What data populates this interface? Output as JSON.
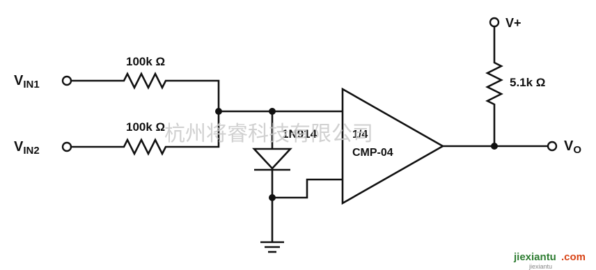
{
  "inputs": {
    "vin1": {
      "main": "V",
      "sub": "IN1"
    },
    "vin2": {
      "main": "V",
      "sub": "IN2"
    }
  },
  "resistors": {
    "r1_label": "100k Ω",
    "r2_label": "100k Ω",
    "r3_label": "5.1k Ω"
  },
  "diode": {
    "label": "1N914"
  },
  "comparator": {
    "fraction": "1/4",
    "part": "CMP-04"
  },
  "supply": {
    "label": "V+"
  },
  "output": {
    "main": "V",
    "sub": "O"
  },
  "watermark": {
    "text": "杭州将睿科技有限公司",
    "logo_part1": "jiexiantu",
    "logo_part2": ".com",
    "logo_sub": "jiexiantu"
  }
}
